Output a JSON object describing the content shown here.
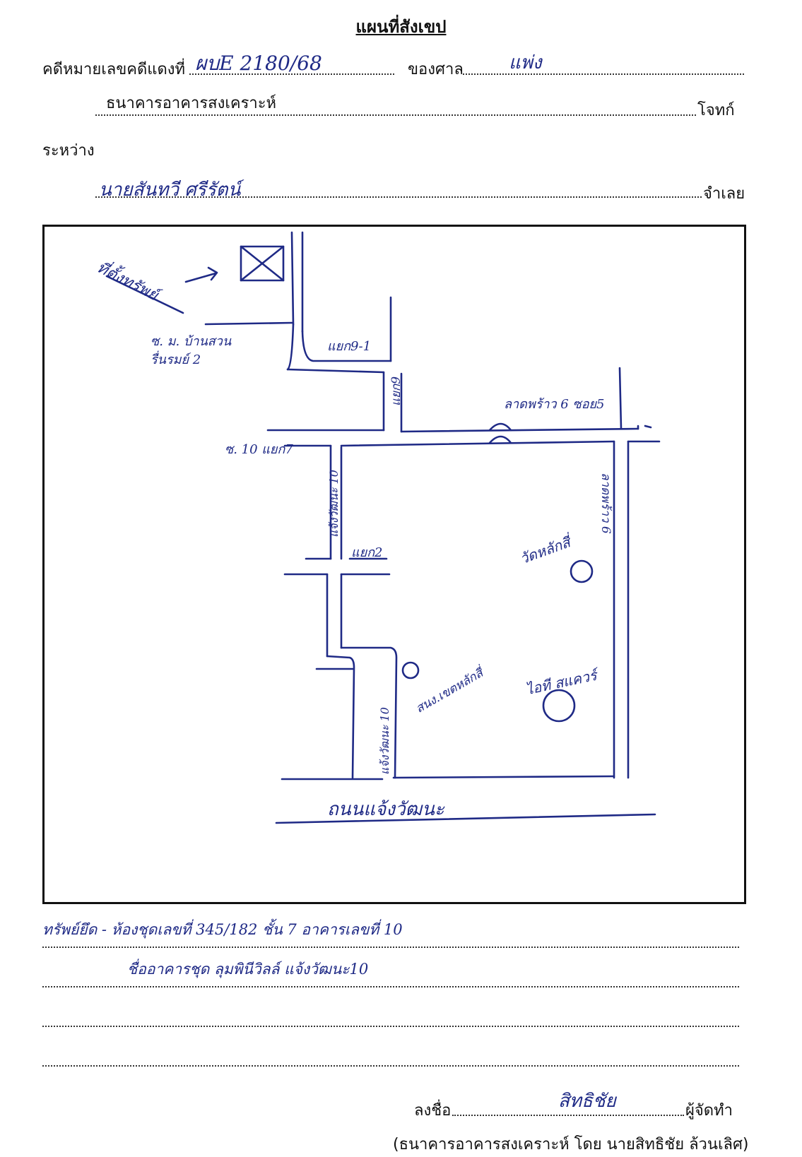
{
  "header": {
    "title": "แผนที่สังเขป"
  },
  "case": {
    "label_case_no": "คดีหมายเลขคดีแดงที่",
    "case_no": "ผบE 2180/68",
    "label_court": "ของศาล",
    "court": "แพ่ง",
    "plaintiff": "ธนาคารอาคารสงเคราะห์",
    "label_plaintiff": "โจทก์",
    "label_between": "ระหว่าง",
    "defendant": "นายสันทวี ศรีรัตน์",
    "label_defendant": "จำเลย"
  },
  "map": {
    "location_label": "ที่ตั้งทรัพย์",
    "soi_top": "ซ. ม. บ้านสวน รื่นรมย์ 2",
    "junction_9_1": "แยก9-1",
    "junction_9": "แยก9",
    "road_top": "ลาดพร้าว 6 ซอย5",
    "soi_10_7": "ซ. 10 แยก7",
    "soi_vertical_left": "แจ้งวัฒนะ 10",
    "junction_2": "แยก2",
    "road_right": "ลาดพร้าว 6",
    "temple": "วัดหลักสี่",
    "district_office": "สนง.เขตหลักสี่",
    "it_square": "ไอที สแควร์",
    "soi_vertical_lower": "แจ้งวัฒนะ 10",
    "main_road": "ถนนแจ้งวัฒนะ"
  },
  "property": {
    "line1": "ทรัพย์ยึด - ห้องชุดเลขที่ 345/182 ชั้น 7 อาคารเลขที่ 10",
    "line2": "ชื่ออาคารชุด ลุมพินีวิลล์ แจ้งวัฒนะ10"
  },
  "signature": {
    "label_sign": "ลงชื่อ",
    "signature": "สิทธิชัย",
    "label_preparer": "ผู้จัดทำ",
    "signer_note": "(ธนาคารอาคารสงเคราะห์ โดย นายสิทธิชัย ล้วนเลิศ)"
  }
}
